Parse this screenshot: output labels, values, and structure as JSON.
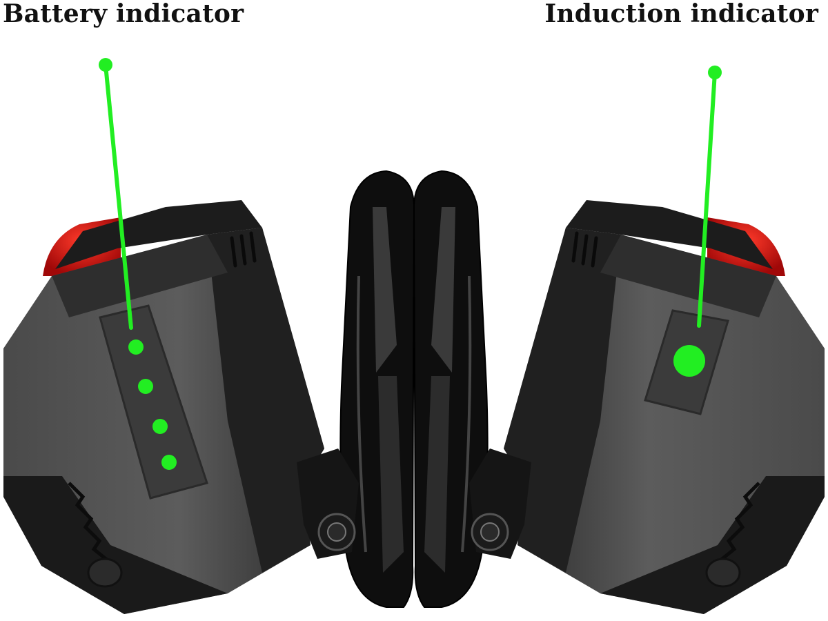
{
  "labels": {
    "battery": "Battery indicator",
    "induction": "Induction indicator"
  },
  "colors": {
    "indicator_green": "#22ee22",
    "housing_dark": "#1e1e1e",
    "housing_mid": "#3c3c3c",
    "housing_light": "#5a5a5a",
    "accent_red": "#d81010",
    "background": "#ffffff"
  },
  "battery_indicator": {
    "led_count": 4
  },
  "induction_indicator": {
    "led_count": 1
  }
}
